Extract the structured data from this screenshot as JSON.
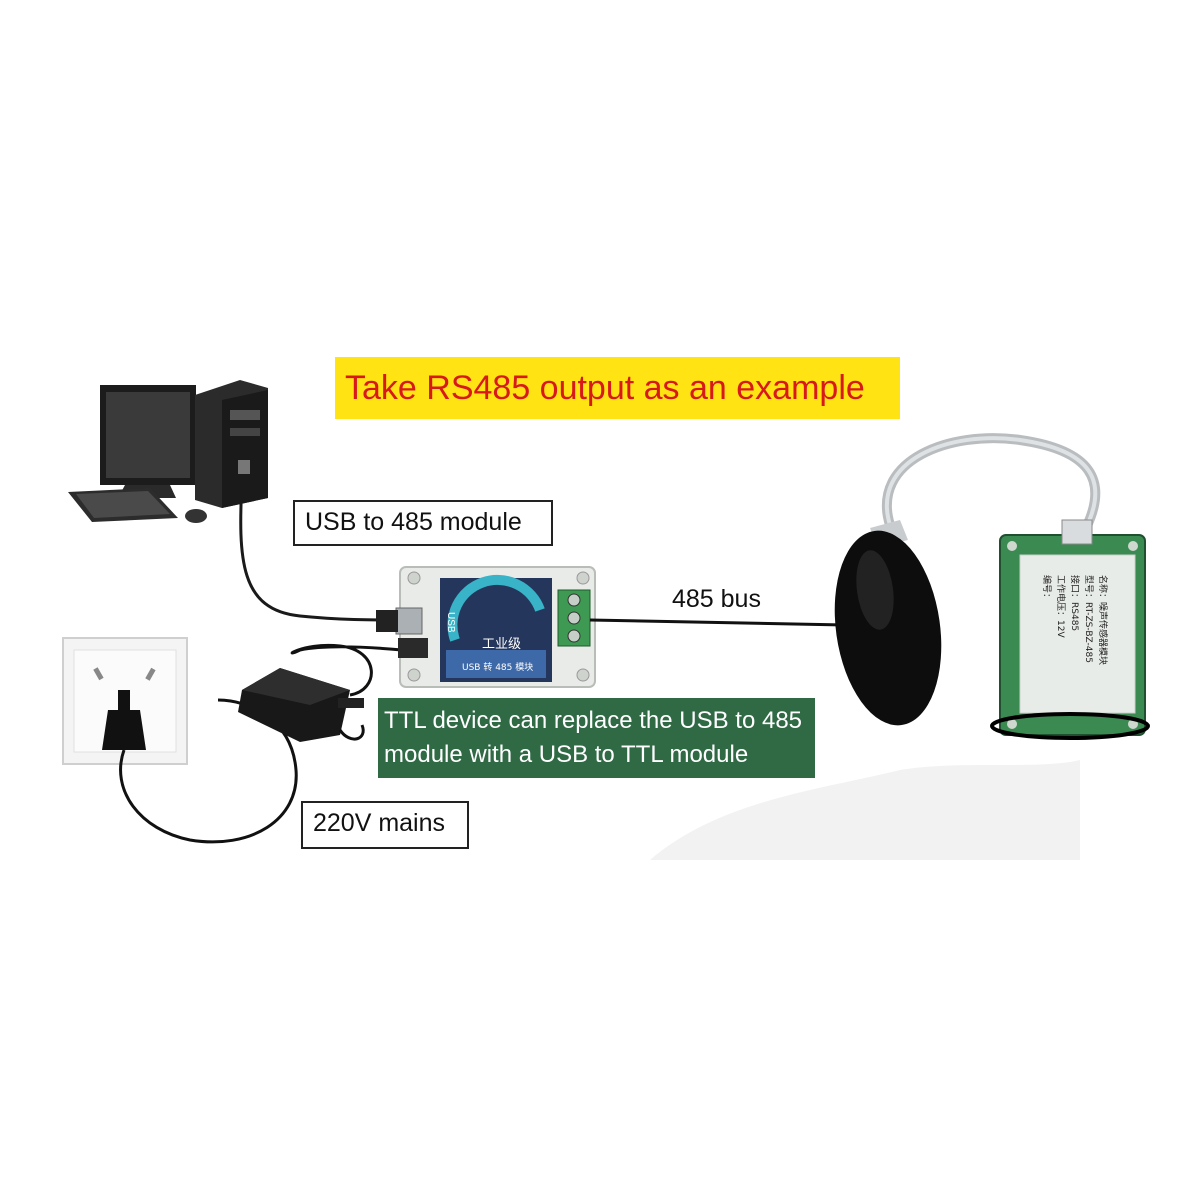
{
  "title": "Take RS485 output as an example",
  "labels": {
    "usb_module": "USB to 485 module",
    "bus": "485 bus",
    "ttl_note": "TTL device can replace the USB to 485 module with a USB to TTL module",
    "mains": "220V mains"
  },
  "module_print": {
    "side_text": "USB",
    "face_text": "工业级",
    "bottom_text": "USB 转 485 模块"
  },
  "board_print": {
    "lines": [
      "名称：噪声传感器模块",
      "型号：RT-ZS-BZ-485",
      "接口：RS485",
      "工作电压：12V",
      "编号："
    ]
  },
  "colors": {
    "banner_bg": "#ffe313",
    "banner_text": "#d8191b",
    "note_bg": "#2f6a45",
    "pcb_green": "#3b8a52"
  }
}
